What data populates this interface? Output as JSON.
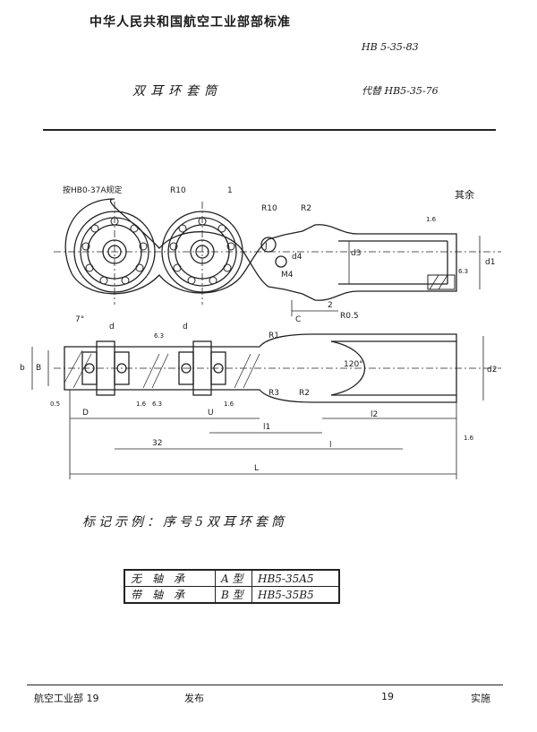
{
  "header": {
    "org_title": "中华人民共和国航空工业部部标准",
    "standard_no": "HB 5-35-83",
    "doc_title": "双耳环套筒",
    "replaces": "代替 HB5-35-76"
  },
  "drawing": {
    "labels": {
      "note_hb": "按HB0-37A规定",
      "r10_a": "R10",
      "r10_b": "R10",
      "item1": "1",
      "r2": "R2",
      "remain": "其余",
      "j": "J",
      "d4": "d4",
      "m4": "M4",
      "d3": "d3",
      "d1": "d1",
      "rough_16a": "1.6",
      "rough_63a": "6.3",
      "c": "C",
      "dim2": "2",
      "r05": "R0.5",
      "angle7": "7°",
      "d_a": "d",
      "d_b": "d",
      "rough_63b": "6.3",
      "r1": "R1",
      "b_small": "b",
      "b_big": "B",
      "angle120": "120°",
      "d2": "d2",
      "r3": "R3",
      "r2b": "R2",
      "dim05": "0.5",
      "rough_16b": "1.6",
      "rough_63c": "6.3",
      "rough_16c": "1.6",
      "dD": "D",
      "dU": "U",
      "l1": "l1",
      "l2": "l2",
      "dim32": "32",
      "l": "l",
      "L": "L",
      "rough_16d": "1.6"
    }
  },
  "marking_example": "标记示例：序号5双耳环套筒",
  "table": {
    "rows": [
      {
        "kind": "无　轴　承",
        "type": "A 型",
        "code": "HB5-35A5"
      },
      {
        "kind": "带　轴　承",
        "type": "B 型",
        "code": "HB5-35B5"
      }
    ]
  },
  "footer": {
    "issuer": "航空工业部 19",
    "issued": "发布",
    "effective_year": "19",
    "effective": "实施"
  }
}
